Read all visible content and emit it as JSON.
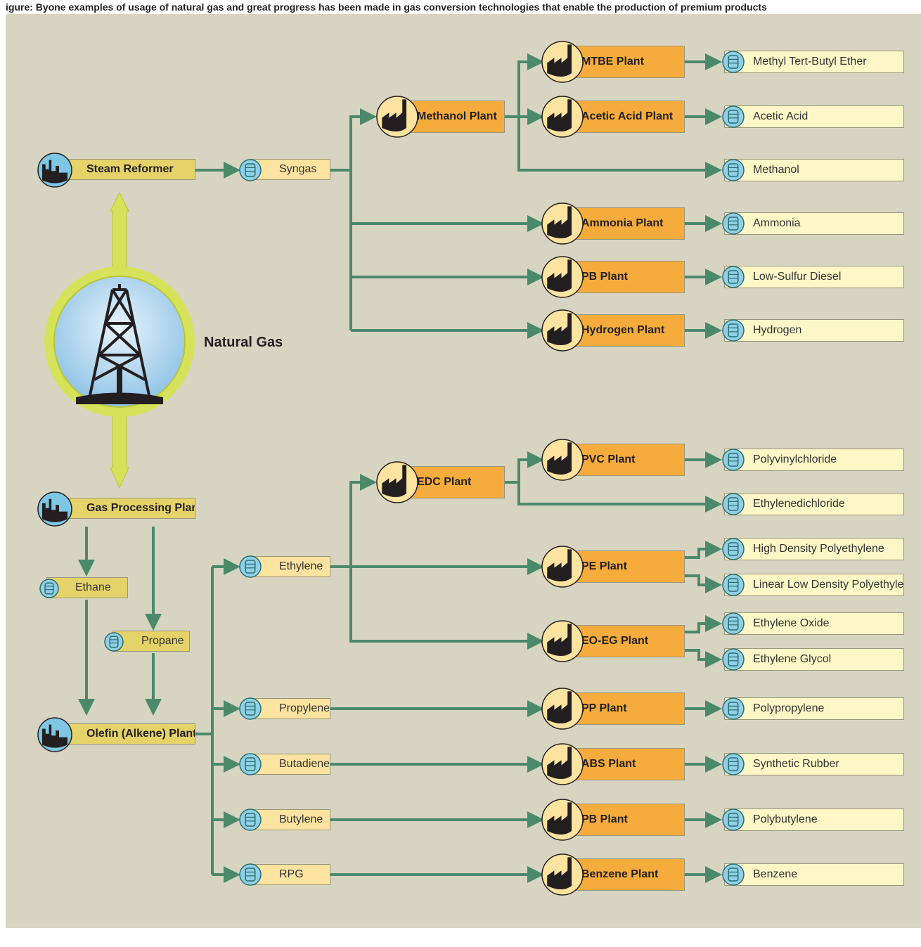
{
  "caption": "igure: Byone examples of usage of natural gas and great progress has been made in gas conversion technologies that enable the production of premium products",
  "natural_gas": {
    "label": "Natural Gas",
    "icon": "oil-derrick-icon"
  },
  "colors": {
    "background": "#d8d4c2",
    "arrow": "#4a8a6a",
    "big_arrow": "#d6e25a",
    "plant": "#f5ac3c",
    "source": "#e5d36a",
    "product": "#fdf7c7",
    "intermediate": "#fde3a0"
  },
  "nodes": {
    "steam_reformer": "Steam Reformer",
    "gas_processing": "Gas Processing Plant",
    "olefin_plant": "Olefin (Alkene) Plant",
    "ethane": "Ethane",
    "propane": "Propane",
    "syngas": "Syngas",
    "ethylene": "Ethylene",
    "propylene": "Propylene",
    "butadiene": "Butadiene",
    "butylene": "Butylene",
    "rpg": "RPG",
    "methanol_plant": "Methanol Plant",
    "mtbe_plant": "MTBE Plant",
    "acetic_acid_plant": "Acetic Acid Plant",
    "ammonia_plant": "Ammonia Plant",
    "pb_plant_1": "PB Plant",
    "hydrogen_plant": "Hydrogen Plant",
    "edc_plant": "EDC Plant",
    "pvc_plant": "PVC Plant",
    "pe_plant": "PE Plant",
    "eo_eg_plant": "EO-EG Plant",
    "pp_plant": "PP Plant",
    "abs_plant": "ABS Plant",
    "pb_plant_2": "PB Plant",
    "benzene_plant": "Benzene Plant",
    "p_mtbe": "Methyl Tert-Butyl Ether",
    "p_acetic": "Acetic Acid",
    "p_methanol": "Methanol",
    "p_ammonia": "Ammonia",
    "p_diesel": "Low-Sulfur Diesel",
    "p_hydrogen": "Hydrogen",
    "p_pvc": "Polyvinylchloride",
    "p_edc": "Ethylenedichloride",
    "p_hdpe": "High Density Polyethylene",
    "p_lldpe": "Linear Low Density Polyethylene",
    "p_eo": "Ethylene Oxide",
    "p_eg": "Ethylene Glycol",
    "p_pp": "Polypropylene",
    "p_rubber": "Synthetic Rubber",
    "p_pbutylene": "Polybutylene",
    "p_benzene": "Benzene"
  }
}
